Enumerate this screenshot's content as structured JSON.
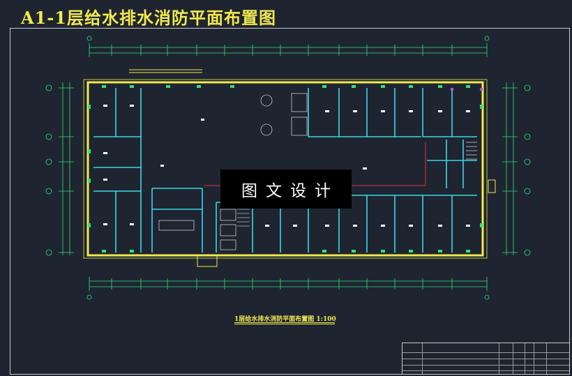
{
  "drawing": {
    "sheet_title": "A1-1层给水排水消防平面布置图",
    "plan_caption": "1层给水排水消防平面布置图   1:100",
    "watermark": "图文设计"
  },
  "colors": {
    "background": "#1e2530",
    "walls": "#f2e94e",
    "partitions": "#3fd6e6",
    "dimensions": "#2fe07a",
    "fire_pipe": "#e0343c",
    "fixtures": "#ffffff"
  }
}
